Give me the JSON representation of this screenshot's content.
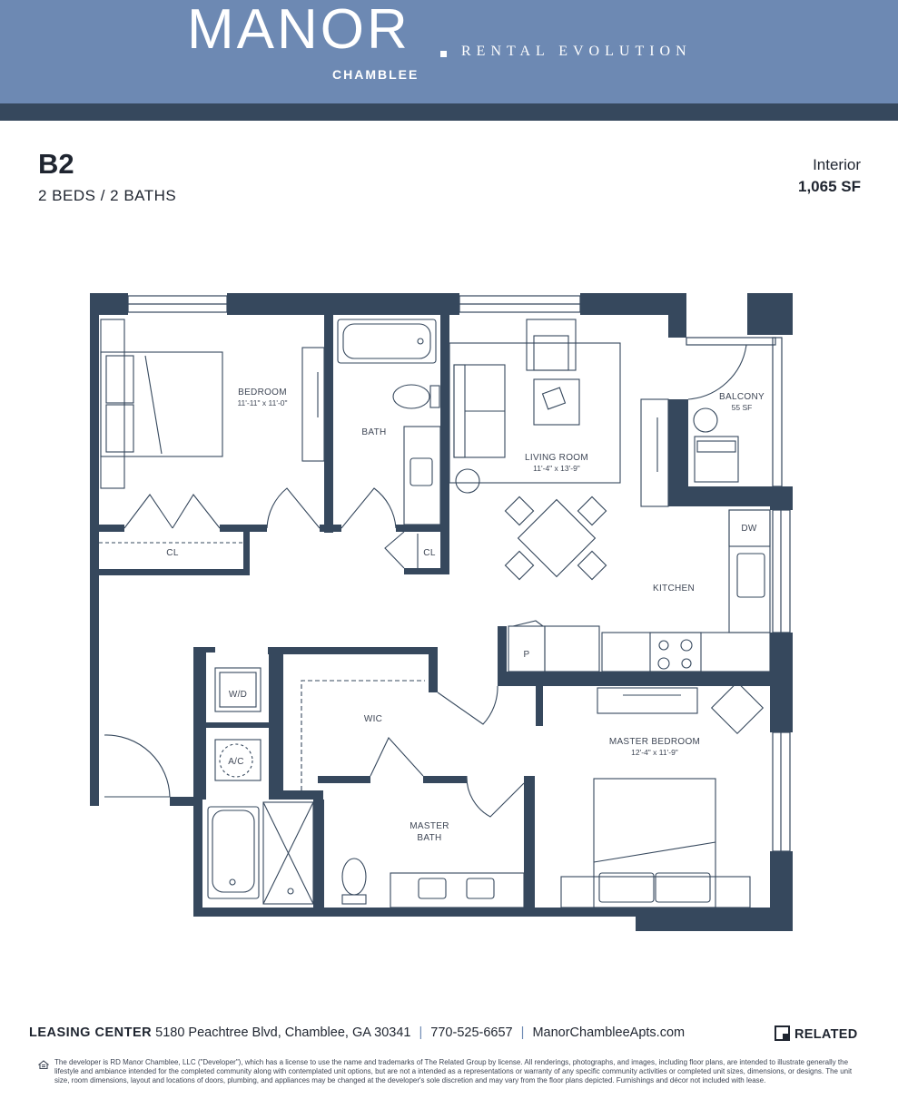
{
  "header": {
    "brand": "MANOR",
    "brand_sub": "CHAMBLEE",
    "tagline": "RENTAL EVOLUTION"
  },
  "unit": {
    "name": "B2",
    "beds_baths": "2 BEDS / 2 BATHS",
    "interior_label": "Interior",
    "interior_sf": "1,065 SF"
  },
  "rooms": {
    "bedroom": {
      "label": "BEDROOM",
      "dims": "11'-11\" x 11'-0\""
    },
    "bath": {
      "label": "BATH"
    },
    "living_room": {
      "label": "LIVING ROOM",
      "dims": "11'-4\" x 13'-9\""
    },
    "balcony": {
      "label": "BALCONY",
      "dims": "55 SF"
    },
    "closet_1": {
      "label": "CL"
    },
    "closet_2": {
      "label": "CL"
    },
    "dishwasher": {
      "label": "DW"
    },
    "kitchen": {
      "label": "KITCHEN"
    },
    "pantry": {
      "label": "P"
    },
    "washer_dryer": {
      "label": "W/D"
    },
    "ac": {
      "label": "A/C"
    },
    "wic": {
      "label": "WIC"
    },
    "master_bedroom": {
      "label": "MASTER BEDROOM",
      "dims": "12'-4\" x 11'-9\""
    },
    "master_bath": {
      "label_line1": "MASTER",
      "label_line2": "BATH"
    }
  },
  "footer": {
    "leasing_label": "LEASING CENTER",
    "address": "5180 Peachtree Blvd, Chamblee, GA 30341",
    "separator": "|",
    "phone": "770-525-6657",
    "website": "ManorChambleeApts.com",
    "related_logo": "RELATED",
    "disclaimer": "The developer is RD Manor Chamblee, LLC (\"Developer\"), which has a license to use the name and trademarks of The Related Group by license. All renderings, photographs, and images, including floor plans, are intended to illustrate generally the lifestyle and ambiance intended for the completed community along with contemplated unit options, but are not a intended as a representations or warranty of any specific community activities or completed unit sizes, dimensions, or designs. The unit size, room dimensions, layout and locations of doors, plumbing, and appliances may be changed at the developer's sole discretion and may vary from the floor plans depicted. Furnishings and décor not included with lease."
  },
  "colors": {
    "banner": "#6d89b3",
    "banner_strip": "#36485d",
    "wall": "#36485d",
    "text": "#1f2530"
  }
}
